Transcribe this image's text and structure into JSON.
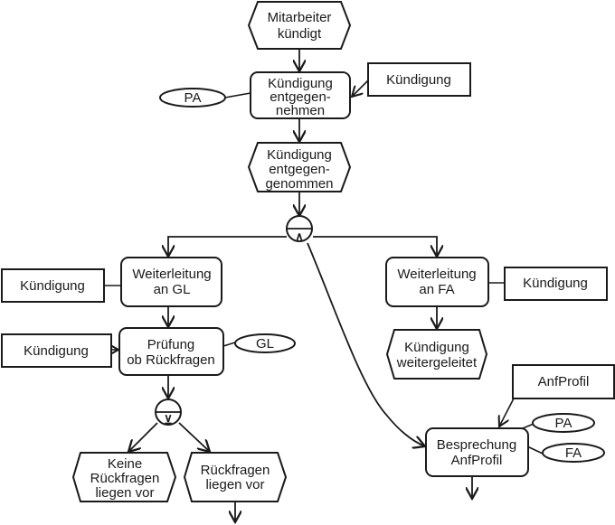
{
  "diagram": {
    "type": "epc",
    "events": {
      "mitarbeiter_kuendigt": [
        "Mitarbeiter",
        "kündigt"
      ],
      "kuendigung_entgegengenommen": [
        "Kündigung",
        "entgegen-",
        "genommen"
      ],
      "kuendigung_weitergeleitet": [
        "Kündigung",
        "weitergeleitet"
      ],
      "keine_rueckfragen": [
        "Keine",
        "Rückfragen",
        "liegen vor"
      ],
      "rueckfragen": [
        "Rückfragen",
        "liegen vor"
      ]
    },
    "functions": {
      "kuendigung_entgegennehmen": [
        "Kündigung",
        "entgegen-",
        "nehmen"
      ],
      "weiterleitung_gl": [
        "Weiterleitung",
        "an GL"
      ],
      "weiterleitung_fa": [
        "Weiterleitung",
        "an FA"
      ],
      "pruefung_rueckfragen": [
        "Prüfung",
        "ob Rückfragen"
      ],
      "besprechung_anfprofil": [
        "Besprechung",
        "AnfProfil"
      ]
    },
    "documents": {
      "doc1": "Kündigung",
      "doc2": "Kündigung",
      "doc3": "Kündigung",
      "doc4": "Kündigung",
      "doc5": "AnfProfil"
    },
    "org_units": {
      "pa1": "PA",
      "gl": "GL",
      "pa2": "PA",
      "fa": "FA"
    },
    "connectors": {
      "and_split": "∧",
      "xor_split": "⊻"
    }
  }
}
